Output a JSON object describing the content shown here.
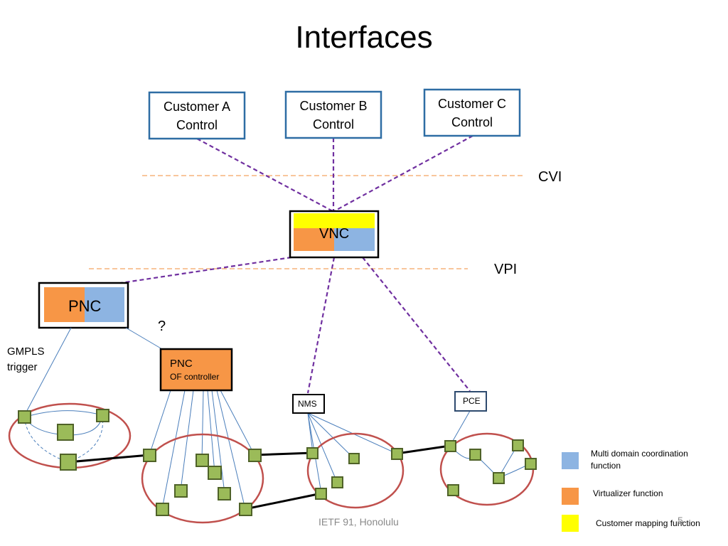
{
  "title": "Interfaces",
  "customers": [
    {
      "line1": "Customer A",
      "line2": "Control"
    },
    {
      "line1": "Customer B",
      "line2": "Control"
    },
    {
      "line1": "Customer C",
      "line2": "Control"
    }
  ],
  "interfaces": {
    "cvi": "CVI",
    "vpi": "VPI"
  },
  "vnc_label": "VNC",
  "pnc_label": "PNC",
  "question_mark": "?",
  "gmpls": {
    "line1": "GMPLS",
    "line2": "trigger"
  },
  "pnc_of": {
    "line1": "PNC",
    "line2": "OF controller"
  },
  "nms_label": "NMS",
  "pce_label": "PCE",
  "legend": [
    {
      "color": "#8db4e2",
      "text": "Multi domain coordination function"
    },
    {
      "color": "#f79646",
      "text": "Virtualizer function"
    },
    {
      "color": "#ffff00",
      "text": "Customer mapping function"
    }
  ],
  "colors": {
    "customer_border": "#2e6da4",
    "dashed_link": "#7030a0",
    "boundary": "#f4a460",
    "domain_ring": "#c0504d",
    "node_fill": "#9bbb59",
    "node_border": "#4f6228",
    "thin_link": "#4a7ebb"
  },
  "footer": "IETF 91, Honolulu",
  "page_number": "5"
}
